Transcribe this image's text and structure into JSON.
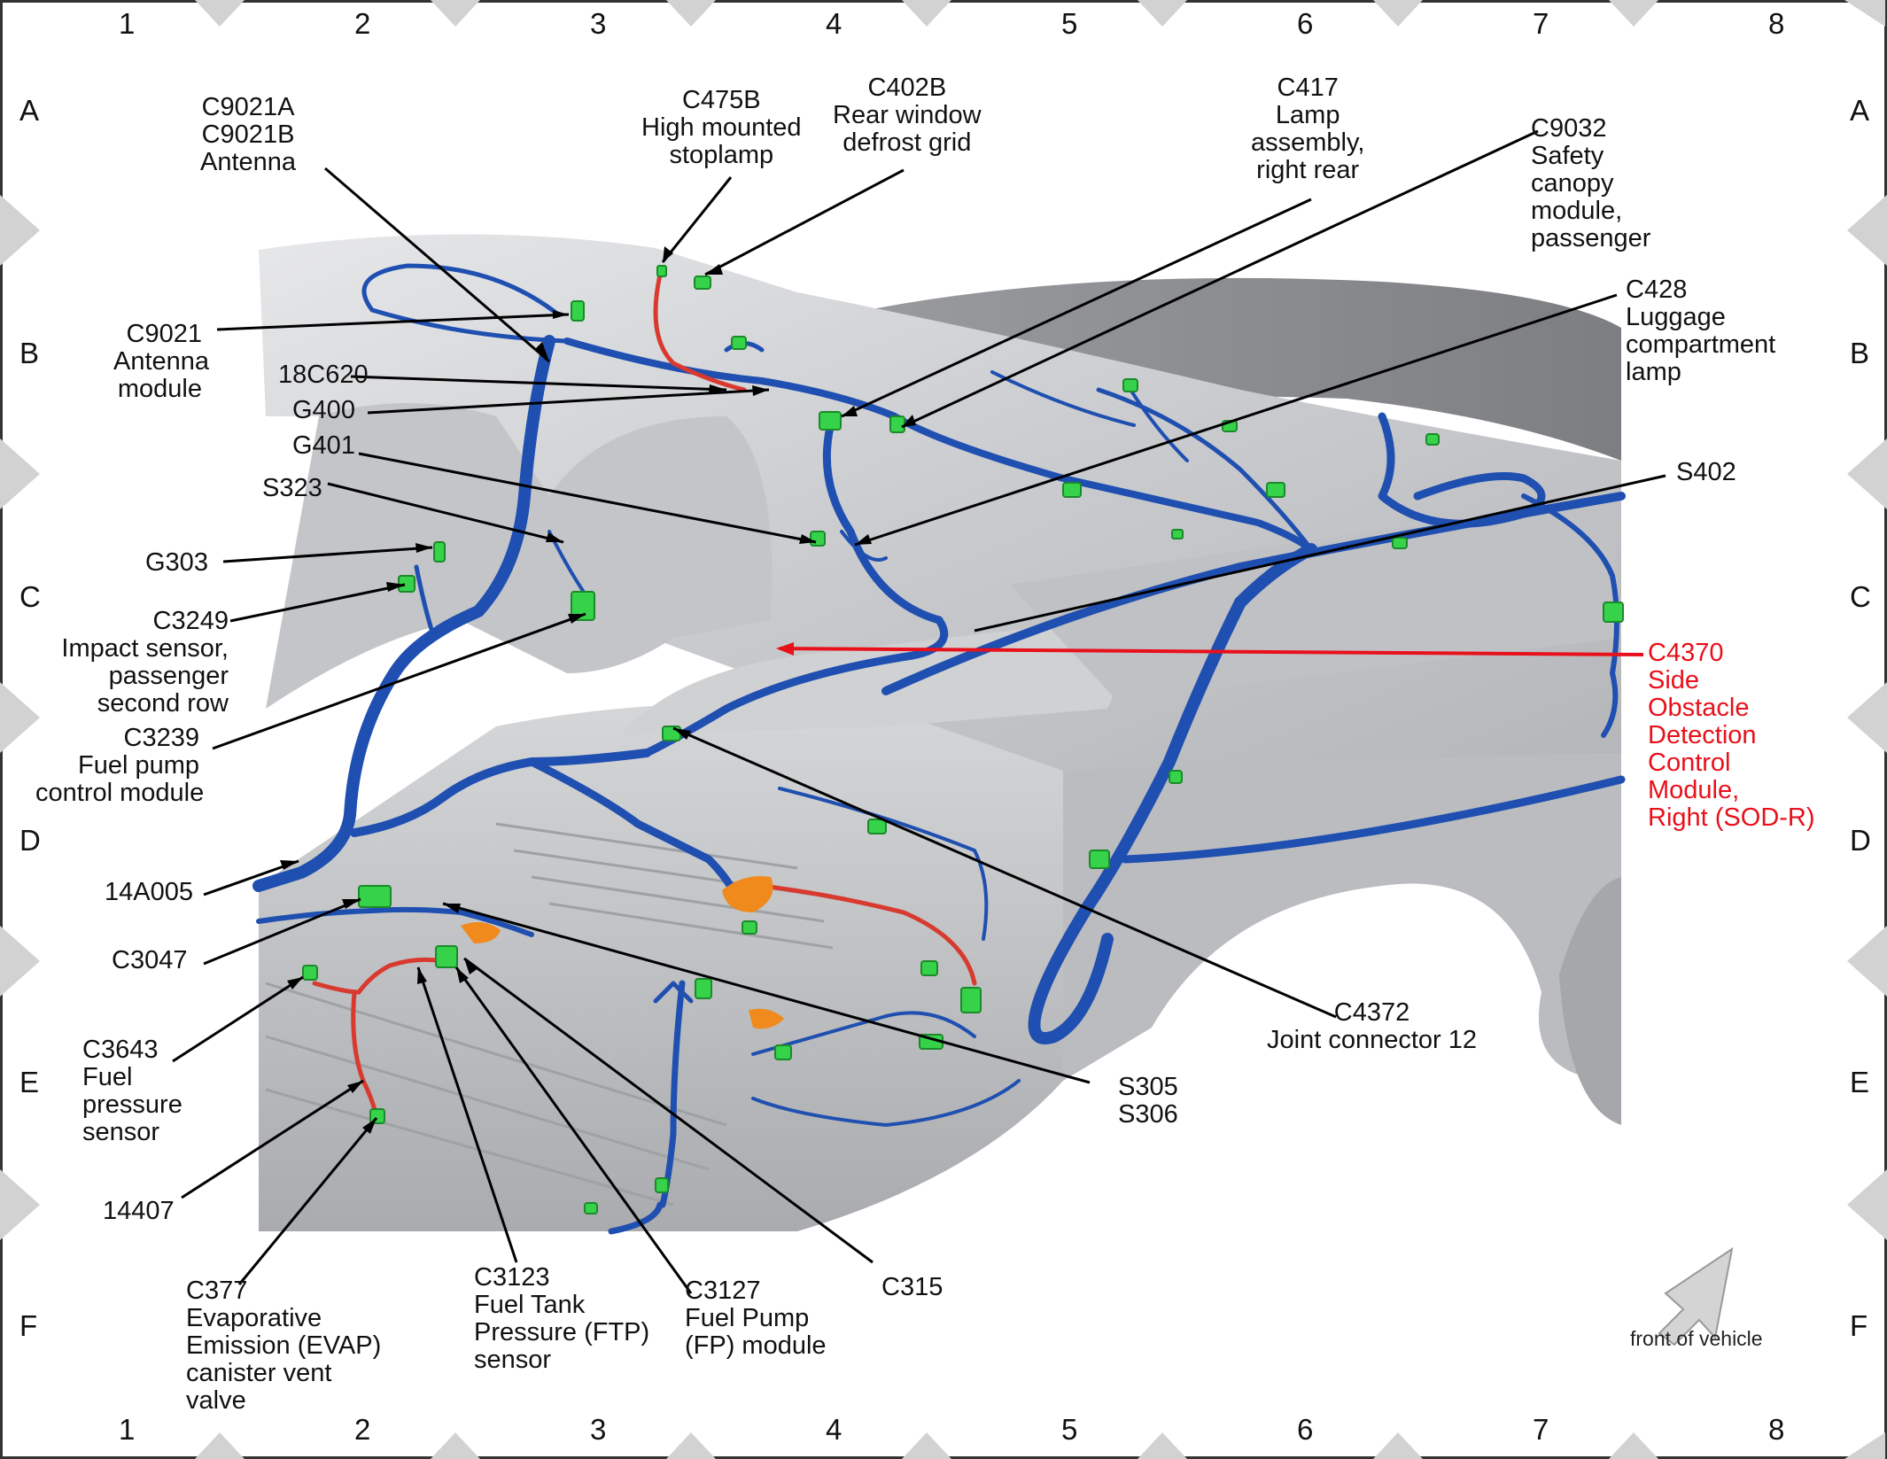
{
  "grid": {
    "columns": [
      "1",
      "2",
      "3",
      "4",
      "5",
      "6",
      "7",
      "8"
    ],
    "rows": [
      "A",
      "B",
      "C",
      "D",
      "E",
      "F"
    ]
  },
  "front_label": "front of vehicle",
  "colors": {
    "harness": "#1f4fb0",
    "connector": "#35d24a",
    "fuel_line": "#d83a2f",
    "component_orange": "#f08a1c",
    "leader_red": "#e8101a",
    "body": "#c7c9cc"
  },
  "callouts": {
    "c9021ab": [
      "C9021A",
      "C9021B",
      "Antenna"
    ],
    "c475b": [
      "C475B",
      "High mounted",
      "stoplamp"
    ],
    "c402b": [
      "C402B",
      "Rear window",
      "defrost grid"
    ],
    "c417": [
      "C417",
      "Lamp",
      "assembly,",
      "right rear"
    ],
    "c9032": [
      "C9032",
      "Safety",
      "canopy",
      "module,",
      "passenger"
    ],
    "c9021": [
      "C9021",
      "Antenna",
      "module"
    ],
    "c18c620": [
      "18C620"
    ],
    "g400": [
      "G400"
    ],
    "c428": [
      "C428",
      "Luggage",
      "compartment",
      "lamp"
    ],
    "g401": [
      "G401"
    ],
    "s323": [
      "S323"
    ],
    "s402": [
      "S402"
    ],
    "g303": [
      "G303"
    ],
    "c3249": [
      "C3249",
      "Impact sensor,",
      "passenger",
      "second row"
    ],
    "c4370": [
      "C4370",
      "Side",
      "Obstacle",
      "Detection",
      "Control",
      "Module,",
      "Right (SOD-R)"
    ],
    "c3239": [
      "C3239",
      "Fuel pump",
      "control module"
    ],
    "a14a005": [
      "14A005"
    ],
    "c3047": [
      "C3047"
    ],
    "c4372": [
      "C4372",
      "Joint connector 12"
    ],
    "c3643": [
      "C3643",
      "Fuel",
      "pressure",
      "sensor"
    ],
    "s305": [
      "S305",
      "S306"
    ],
    "a14407": [
      "14407"
    ],
    "c377": [
      "C377",
      "Evaporative",
      "Emission (EVAP)",
      "canister vent",
      "valve"
    ],
    "c3123": [
      "C3123",
      "Fuel Tank",
      "Pressure (FTP)",
      "sensor"
    ],
    "c3127": [
      "C3127",
      "Fuel Pump",
      "(FP) module"
    ],
    "c315": [
      "C315"
    ]
  }
}
